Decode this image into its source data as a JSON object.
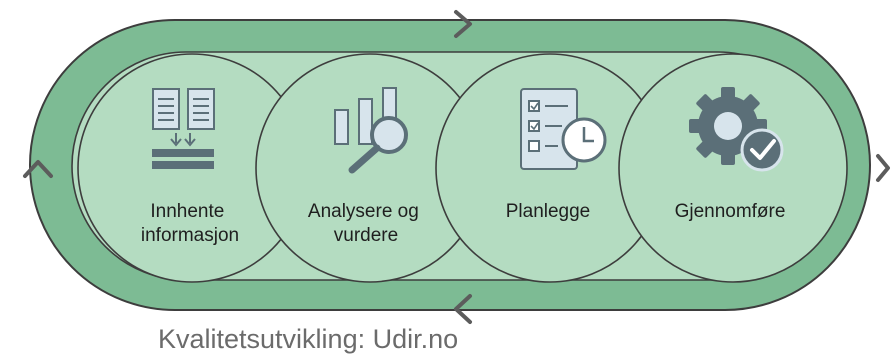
{
  "diagram": {
    "steps": [
      {
        "id": "innhente",
        "label_lines": [
          "Innhente",
          "informasjon"
        ],
        "icon": "document-merge-icon"
      },
      {
        "id": "analysere",
        "label_lines": [
          "Analysere og",
          "vurdere"
        ],
        "icon": "bar-chart-magnifier-icon"
      },
      {
        "id": "planlegge",
        "label_lines": [
          "Planlegge"
        ],
        "icon": "checklist-clock-icon"
      },
      {
        "id": "gjennomfore",
        "label_lines": [
          "Gjennomføre"
        ],
        "icon": "gear-check-icon"
      }
    ],
    "cycle_arrows": [
      "chevron-right-icon",
      "chevron-right-icon",
      "chevron-left-icon",
      "chevron-up-icon"
    ]
  },
  "caption": "Kvalitetsutvikling: Udir.no",
  "colors": {
    "outer_ring": "#7dbb94",
    "ring_stroke": "#3d3d3d",
    "step_fill": "#b4dcc1",
    "icon_main": "#5b6f78",
    "icon_light": "#d7e4ec",
    "text": "#1f1f1f",
    "caption": "#6b6b6b"
  }
}
